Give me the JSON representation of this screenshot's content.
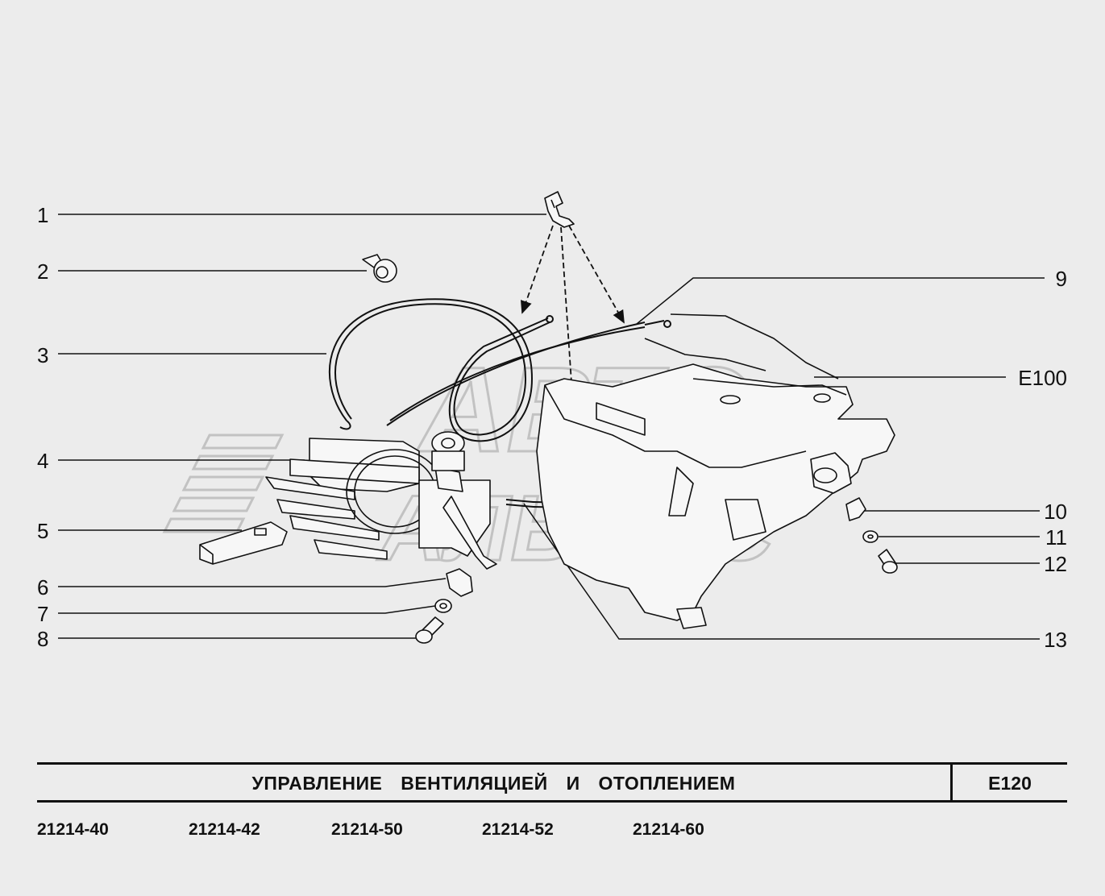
{
  "callouts": {
    "c1": "1",
    "c2": "2",
    "c3": "3",
    "c4": "4",
    "c5": "5",
    "c6": "6",
    "c7": "7",
    "c8": "8",
    "c9": "9",
    "e100": "E100",
    "c10": "10",
    "c11": "11",
    "c12": "12",
    "c13": "13"
  },
  "title": "УПРАВЛЕНИЕ  ВЕНТИЛЯЦИЕЙ  И  ОТОПЛЕНИЕМ",
  "page_code": "E120",
  "models": [
    "21214-40",
    "21214-42",
    "21214-50",
    "21214-52",
    "21214-60"
  ],
  "watermark": {
    "line1": "АВТО",
    "line2": "АЛЬЯНС"
  },
  "colors": {
    "background": "#ececec",
    "ink": "#111111",
    "watermark": "#c8c8c8"
  }
}
